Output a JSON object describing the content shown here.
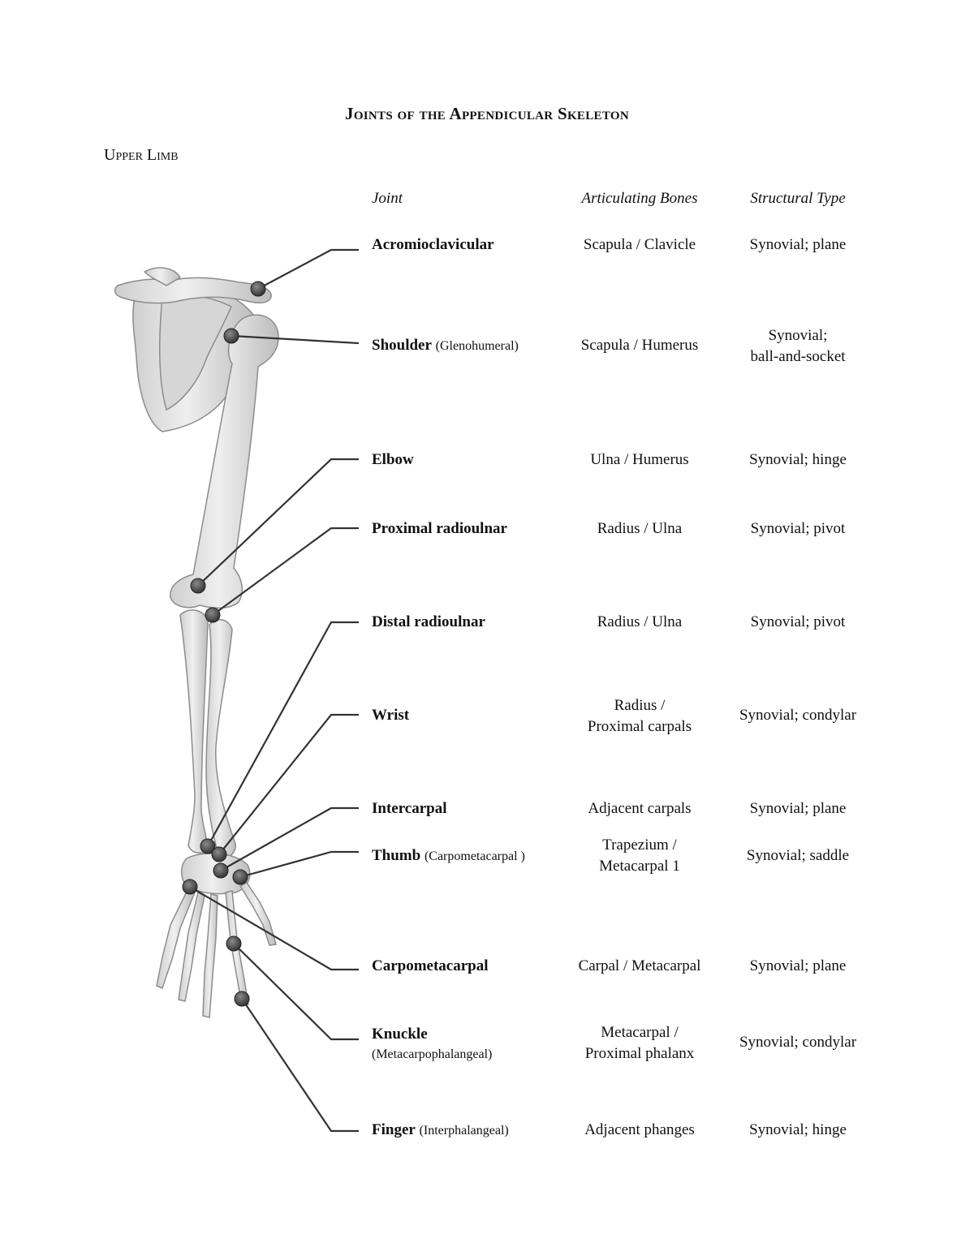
{
  "title": "Joints of the Appendicular Skeleton",
  "section": "Upper Limb",
  "headers": {
    "joint": "Joint",
    "bones": "Articulating Bones",
    "type": "Structural Type"
  },
  "rows": [
    {
      "name": "Acromioclavicular",
      "sub": "",
      "sub2": "",
      "bones": [
        "Scapula / Clavicle",
        ""
      ],
      "type": [
        "Synovial; plane",
        ""
      ]
    },
    {
      "name": "Shoulder",
      "sub": "(Glenohumeral)",
      "sub2": "",
      "bones": [
        "Scapula / Humerus",
        ""
      ],
      "type": [
        "Synovial;",
        "ball-and-socket"
      ]
    },
    {
      "name": "Elbow",
      "sub": "",
      "sub2": "",
      "bones": [
        "Ulna / Humerus",
        ""
      ],
      "type": [
        "Synovial; hinge",
        ""
      ]
    },
    {
      "name": "Proximal radioulnar",
      "sub": "",
      "sub2": "",
      "bones": [
        "Radius / Ulna",
        ""
      ],
      "type": [
        "Synovial; pivot",
        ""
      ]
    },
    {
      "name": "Distal radioulnar",
      "sub": "",
      "sub2": "",
      "bones": [
        "Radius / Ulna",
        ""
      ],
      "type": [
        "Synovial; pivot",
        ""
      ]
    },
    {
      "name": "Wrist",
      "sub": "",
      "sub2": "",
      "bones": [
        "Radius /",
        "Proximal carpals"
      ],
      "type": [
        "Synovial; condylar",
        ""
      ]
    },
    {
      "name": "Intercarpal",
      "sub": "",
      "sub2": "",
      "bones": [
        "Adjacent carpals",
        ""
      ],
      "type": [
        "Synovial; plane",
        ""
      ]
    },
    {
      "name": "Thumb",
      "sub": "(Carpometacarpal )",
      "sub2": "",
      "bones": [
        "Trapezium /",
        "Metacarpal 1"
      ],
      "type": [
        "Synovial; saddle",
        ""
      ]
    },
    {
      "name": "Carpometacarpal",
      "sub": "",
      "sub2": "",
      "bones": [
        "Carpal / Metacarpal",
        ""
      ],
      "type": [
        "Synovial; plane",
        ""
      ]
    },
    {
      "name": "Knuckle",
      "sub": "",
      "sub2": "(Metacarpophalangeal)",
      "bones": [
        "Metacarpal /",
        "Proximal phalanx"
      ],
      "type": [
        "Synovial; condylar",
        ""
      ]
    },
    {
      "name": "Finger",
      "sub": "(Interphalangeal)",
      "sub2": "",
      "bones": [
        "Adjacent phanges",
        ""
      ],
      "type": [
        "Synovial; hinge",
        ""
      ]
    }
  ]
}
